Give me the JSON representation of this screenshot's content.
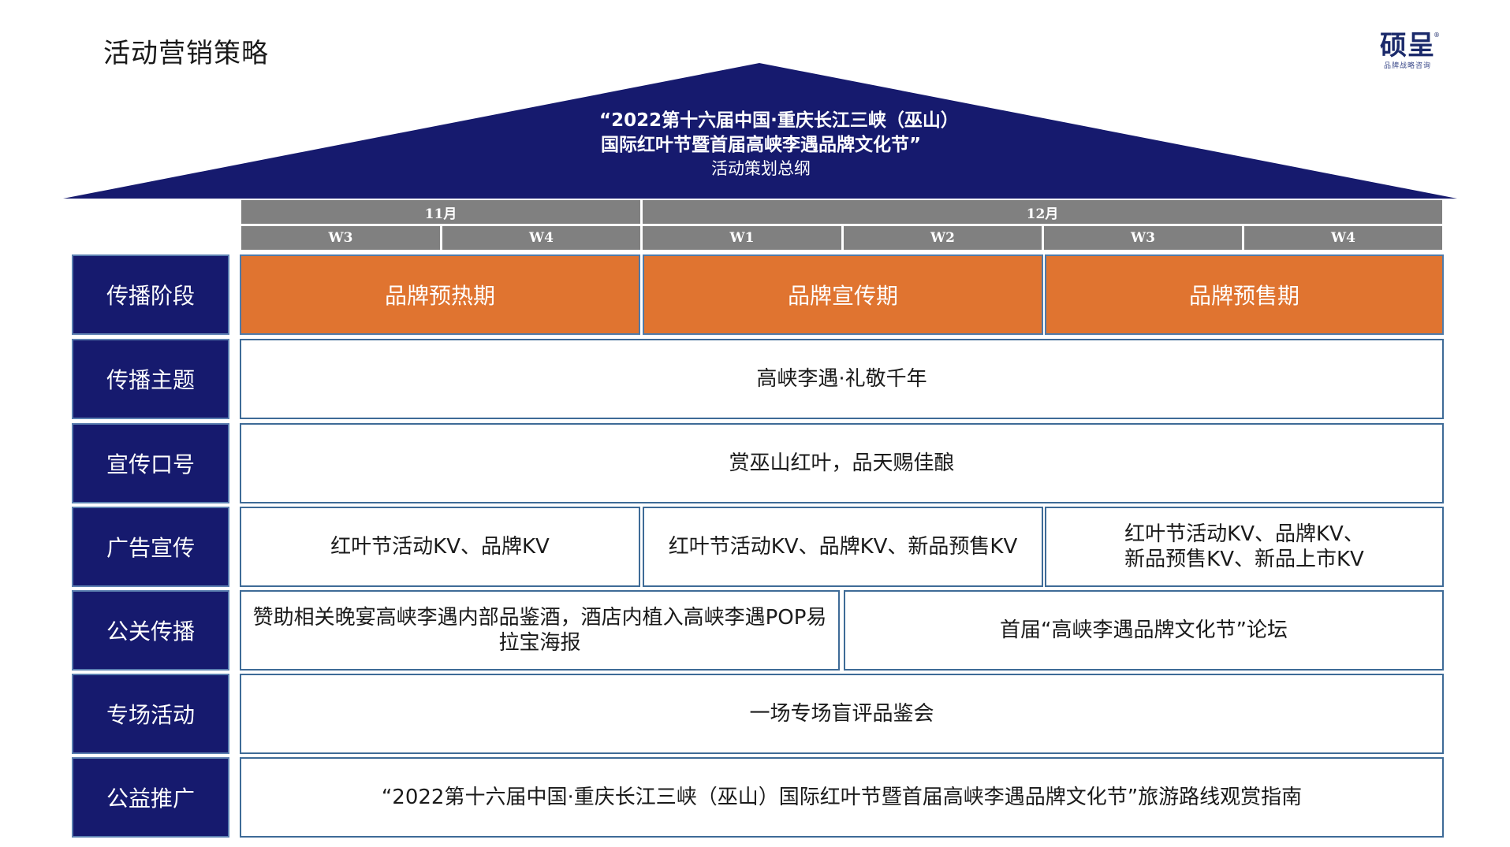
{
  "page_title": "活动营销策略",
  "logo": {
    "main": "硕呈",
    "sub": "品牌战略咨询",
    "reg": "®"
  },
  "colors": {
    "roof": "#161a6e",
    "label_bg": "#161a6e",
    "phase_bg": "#e07430",
    "header_bg": "#808080",
    "border": "#3e6b97"
  },
  "roof": {
    "line1": "“2022第十六届中国·重庆长江三峡（巫山）",
    "line2": "国际红叶节暨首届高峡李遇品牌文化节”",
    "line3": "活动策划总纲"
  },
  "timeline": {
    "months": [
      "11月",
      "12月"
    ],
    "weeks": [
      "W3",
      "W4",
      "W1",
      "W2",
      "W3",
      "W4"
    ]
  },
  "rows": [
    {
      "label": "传播阶段",
      "cells": [
        "品牌预热期",
        "品牌宣传期",
        "品牌预售期"
      ]
    },
    {
      "label": "传播主题",
      "cells": [
        "高峡李遇·礼敬千年"
      ]
    },
    {
      "label": "宣传口号",
      "cells": [
        "赏巫山红叶，品天赐佳酿"
      ]
    },
    {
      "label": "广告宣传",
      "cells": [
        "红叶节活动KV、品牌KV",
        "红叶节活动KV、品牌KV、新品预售KV",
        "红叶节活动KV、品牌KV、",
        "新品预售KV、新品上市KV"
      ]
    },
    {
      "label": "公关传播",
      "cells": [
        "赞助相关晚宴高峡李遇内部品鉴酒，酒店内植入高峡李遇POP易",
        "拉宝海报",
        "首届“高峡李遇品牌文化节”论坛"
      ]
    },
    {
      "label": "专场活动",
      "cells": [
        "一场专场盲评品鉴会"
      ]
    },
    {
      "label": "公益推广",
      "cells": [
        "“2022第十六届中国·重庆长江三峡（巫山）国际红叶节暨首届高峡李遇品牌文化节”旅游路线观赏指南"
      ]
    }
  ]
}
